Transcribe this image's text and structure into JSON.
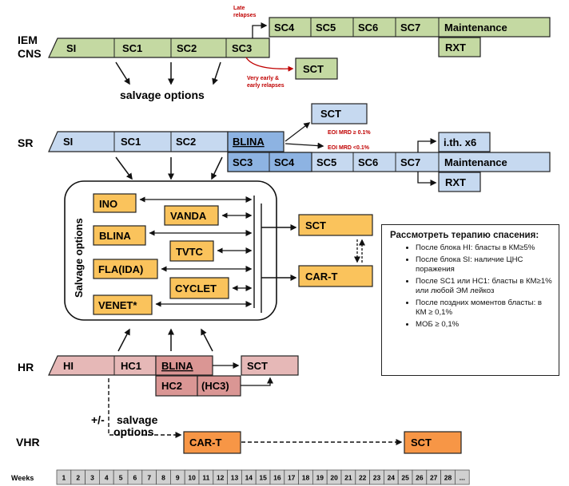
{
  "colors": {
    "iem_green": "#c4d9a2",
    "sr_blue": "#c6d9f0",
    "sr_blue_dark": "#8db3e2",
    "salvage_orange": "#fac35c",
    "hr_pink": "#e6b8b7",
    "hr_pink_dark": "#da9694",
    "vhr_orange": "#f79646",
    "weeks_gray": "#d0d0d0",
    "note_red": "#c00000"
  },
  "iem": {
    "label_line1": "IEM",
    "label_line2": "CNS",
    "blocks": [
      "SI",
      "SC1",
      "SC2",
      "SC3",
      "SC4",
      "SC5",
      "SC6",
      "SC7",
      "Maintenance",
      "RXT",
      "SCT"
    ],
    "late_relapses_line1": "Late",
    "late_relapses_line2": "relapses",
    "early_relapses_line1": "Very early &",
    "early_relapses_line2": "early relapses",
    "salvage_text": "salvage options"
  },
  "sr": {
    "label": "SR",
    "blocks": [
      "SI",
      "SC1",
      "SC2",
      "BLINA",
      "SC3",
      "SC4",
      "SC5",
      "SC6",
      "SC7",
      "Maintenance",
      "RXT",
      "i.th. x6",
      "SCT"
    ],
    "mrd_high": "EOI MRD ≥ 0.1%",
    "mrd_low": "EOI MRD <0.1%"
  },
  "salvage": {
    "title": "Salvage options",
    "left": [
      "INO",
      "BLINA",
      "FLA(IDA)",
      "VENET*"
    ],
    "right": [
      "VANDA",
      "TVTC",
      "CYCLET"
    ],
    "sct": "SCT",
    "cart": "CAR-T"
  },
  "hr": {
    "label": "HR",
    "blocks": [
      "HI",
      "HC1",
      "BLINA",
      "SCT",
      "HC2",
      "(HC3)"
    ]
  },
  "vhr": {
    "label": "VHR",
    "plusminus": "+/-",
    "salvage_line1": "salvage",
    "salvage_line2": "options",
    "cart": "CAR-T",
    "sct": "SCT"
  },
  "weeks": {
    "label": "Weeks",
    "cells": [
      "1",
      "2",
      "3",
      "4",
      "5",
      "6",
      "7",
      "8",
      "9",
      "10",
      "11",
      "12",
      "13",
      "14",
      "15",
      "16",
      "17",
      "18",
      "19",
      "20",
      "21",
      "22",
      "23",
      "24",
      "25",
      "26",
      "27",
      "28",
      "..."
    ]
  },
  "info": {
    "title": "Рассмотреть терапию спасения:",
    "items": [
      "После блока HI: бласты в КМ≥5%",
      "После блока SI: наличие ЦНС поражения",
      "После SC1 или HC1: бласты в КМ≥1% или любой ЭМ лейкоз",
      "После поздних моментов бласты: в КМ ≥ 0,1%",
      "МОБ ≥ 0,1%"
    ]
  }
}
